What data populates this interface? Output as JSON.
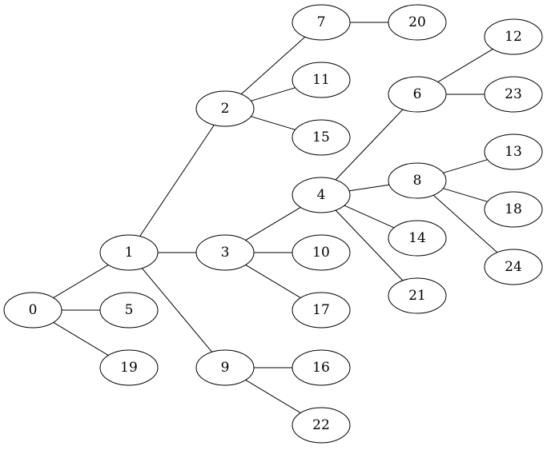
{
  "diagram": {
    "type": "tree",
    "nodes": [
      {
        "id": "0",
        "label": "0"
      },
      {
        "id": "1",
        "label": "1"
      },
      {
        "id": "5",
        "label": "5"
      },
      {
        "id": "19",
        "label": "19"
      },
      {
        "id": "2",
        "label": "2"
      },
      {
        "id": "3",
        "label": "3"
      },
      {
        "id": "9",
        "label": "9"
      },
      {
        "id": "7",
        "label": "7"
      },
      {
        "id": "11",
        "label": "11"
      },
      {
        "id": "15",
        "label": "15"
      },
      {
        "id": "20",
        "label": "20"
      },
      {
        "id": "4",
        "label": "4"
      },
      {
        "id": "10",
        "label": "10"
      },
      {
        "id": "17",
        "label": "17"
      },
      {
        "id": "16",
        "label": "16"
      },
      {
        "id": "22",
        "label": "22"
      },
      {
        "id": "6",
        "label": "6"
      },
      {
        "id": "8",
        "label": "8"
      },
      {
        "id": "14",
        "label": "14"
      },
      {
        "id": "21",
        "label": "21"
      },
      {
        "id": "12",
        "label": "12"
      },
      {
        "id": "23",
        "label": "23"
      },
      {
        "id": "13",
        "label": "13"
      },
      {
        "id": "18",
        "label": "18"
      },
      {
        "id": "24",
        "label": "24"
      }
    ],
    "edges": [
      [
        "0",
        "1"
      ],
      [
        "0",
        "5"
      ],
      [
        "0",
        "19"
      ],
      [
        "1",
        "2"
      ],
      [
        "1",
        "3"
      ],
      [
        "1",
        "9"
      ],
      [
        "2",
        "7"
      ],
      [
        "2",
        "11"
      ],
      [
        "2",
        "15"
      ],
      [
        "7",
        "20"
      ],
      [
        "3",
        "4"
      ],
      [
        "3",
        "10"
      ],
      [
        "3",
        "17"
      ],
      [
        "9",
        "16"
      ],
      [
        "9",
        "22"
      ],
      [
        "4",
        "6"
      ],
      [
        "4",
        "8"
      ],
      [
        "4",
        "14"
      ],
      [
        "4",
        "21"
      ],
      [
        "6",
        "12"
      ],
      [
        "6",
        "23"
      ],
      [
        "8",
        "13"
      ],
      [
        "8",
        "18"
      ],
      [
        "8",
        "24"
      ]
    ]
  }
}
